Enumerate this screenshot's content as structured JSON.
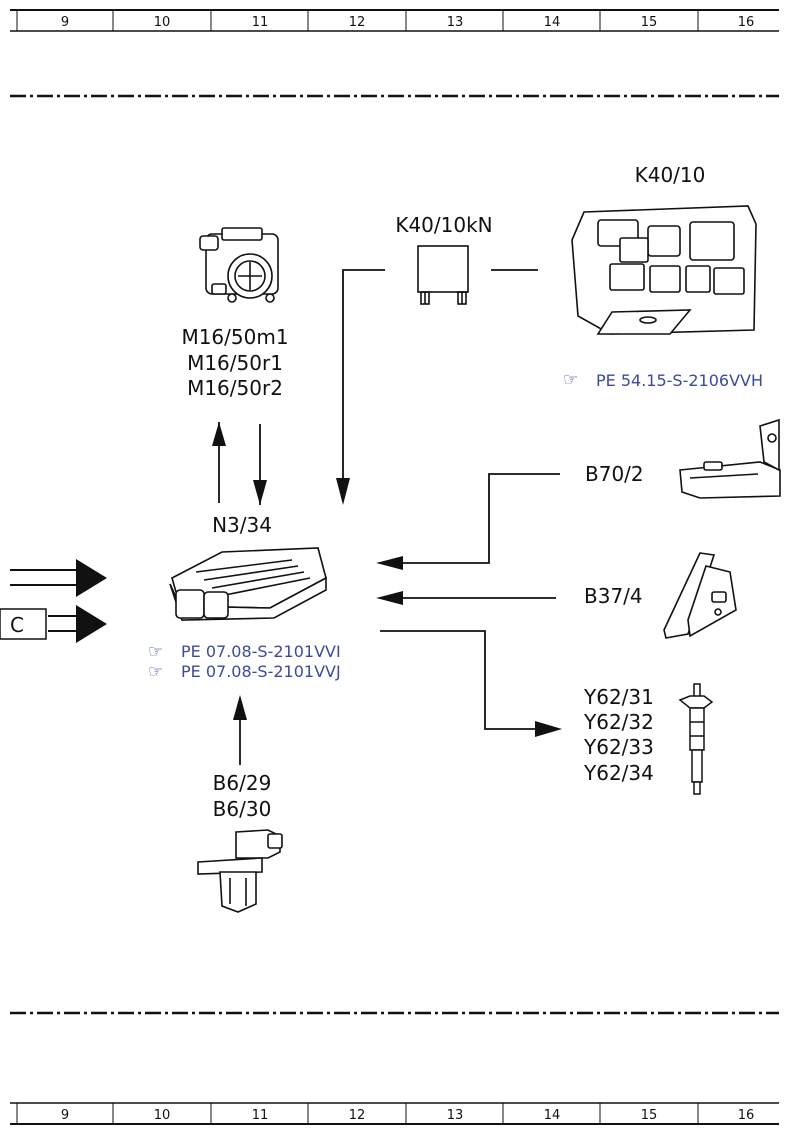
{
  "grid": {
    "top": [
      "9",
      "10",
      "11",
      "12",
      "13",
      "14",
      "15",
      "16"
    ],
    "bottom": [
      "9",
      "10",
      "11",
      "12",
      "13",
      "14",
      "15",
      "16"
    ]
  },
  "components": {
    "throttle": {
      "labels": [
        "M16/50m1",
        "M16/50r1",
        "M16/50r2"
      ]
    },
    "relay": {
      "label": "K40/10kN"
    },
    "fuse_box": {
      "label": "K40/10",
      "ref": "PE 54.15-S-2106VVH"
    },
    "ecu": {
      "label": "N3/34",
      "refs": [
        "PE 07.08-S-2101VVI",
        "PE 07.08-S-2101VVJ"
      ]
    },
    "airflow": {
      "label": "B70/2"
    },
    "pedal": {
      "label": "B37/4"
    },
    "injectors": {
      "labels": [
        "Y62/31",
        "Y62/32",
        "Y62/33",
        "Y62/34"
      ]
    },
    "camshaft": {
      "labels": [
        "B6/29",
        "B6/30"
      ]
    },
    "connector": {
      "label": "C"
    }
  },
  "colors": {
    "line": "#111111",
    "ref_link": "#3b4a9a"
  },
  "icons": {
    "ref": "pointing-hand-icon"
  }
}
